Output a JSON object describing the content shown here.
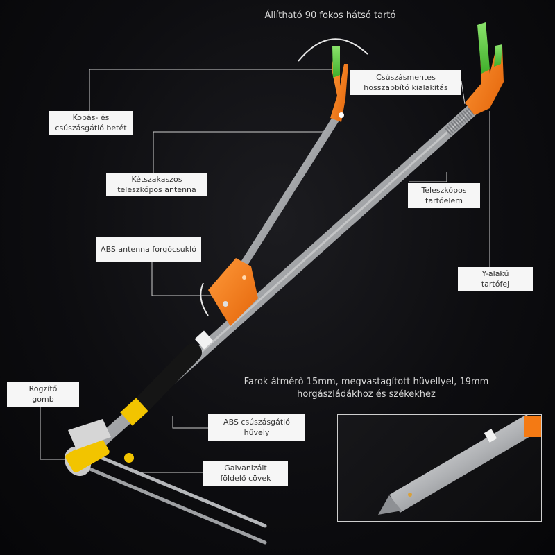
{
  "header": {
    "title": "Állítható 90 fokos hátsó tartó"
  },
  "callouts": {
    "anti_wear_insert": [
      "Kopás- és",
      "csúszásgátló betét"
    ],
    "non_slip_extension": [
      "Csúszásmentes",
      "hosszabbító kialakítás"
    ],
    "telescopic_antenna": [
      "Kétszakaszos",
      "teleszkópos antenna"
    ],
    "telescopic_holder": [
      "Teleszkópos",
      "tartóelem"
    ],
    "abs_swivel": [
      "ABS antenna forgócsukló"
    ],
    "y_head": [
      "Y-alakú",
      "tartófej"
    ],
    "lock_knob": [
      "Rögzítő",
      "gomb"
    ],
    "abs_sleeve": [
      "ABS csúszásgátló",
      "hüvely"
    ],
    "ground_stakes": [
      "Galvanizált",
      "földelő cövek"
    ]
  },
  "caption": {
    "line1": "Farok átmérő 15mm, megvastagított hüvellyel, 19mm",
    "line2": "horgászládákhoz és székekhez"
  },
  "colors": {
    "accent_orange": "#f47a14",
    "accent_green": "#57c93f",
    "accent_yellow": "#f2c400",
    "callout_bg": "#f6f6f6",
    "leader_line": "#cfcfcf"
  }
}
